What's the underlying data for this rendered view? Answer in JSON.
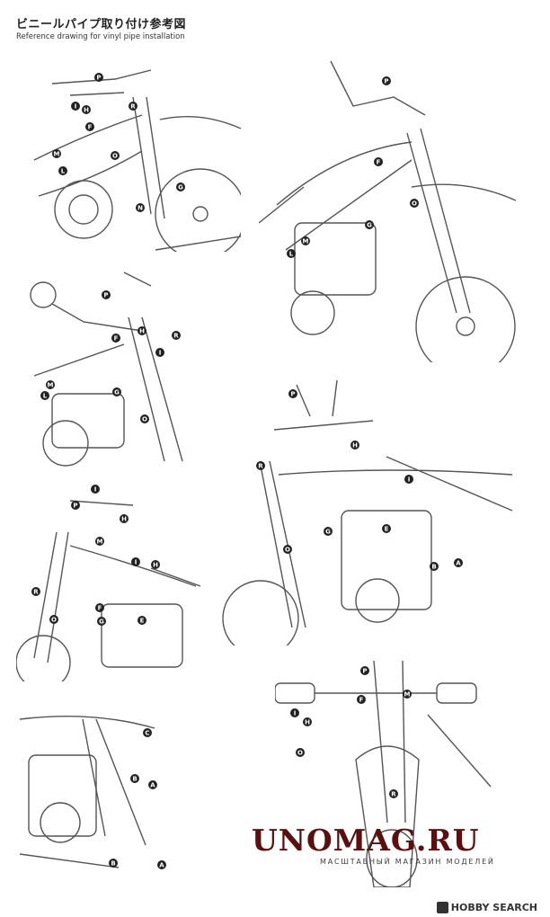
{
  "header": {
    "title_jp": "ビニールパイプ取り付け参考図",
    "title_en": "Reference drawing for vinyl pipe installation"
  },
  "panels": [
    {
      "name": "front-left-view",
      "labels": [
        {
          "t": "P"
        },
        {
          "t": "I"
        },
        {
          "t": "H"
        },
        {
          "t": "R"
        },
        {
          "t": "F"
        },
        {
          "t": "M"
        },
        {
          "t": "L"
        },
        {
          "t": "O"
        },
        {
          "t": "G"
        },
        {
          "t": "N"
        }
      ]
    },
    {
      "name": "right-side-view",
      "labels": [
        {
          "t": "P"
        },
        {
          "t": "F"
        },
        {
          "t": "O"
        },
        {
          "t": "G"
        },
        {
          "t": "M"
        },
        {
          "t": "L"
        }
      ]
    },
    {
      "name": "left-handlebar-closeup",
      "labels": [
        {
          "t": "P"
        },
        {
          "t": "F"
        },
        {
          "t": "H"
        },
        {
          "t": "R"
        },
        {
          "t": "I"
        },
        {
          "t": "M"
        },
        {
          "t": "L"
        },
        {
          "t": "G"
        },
        {
          "t": "O"
        }
      ]
    },
    {
      "name": "left-rear-three-quarter",
      "labels": [
        {
          "t": "P"
        },
        {
          "t": "H"
        },
        {
          "t": "I"
        },
        {
          "t": "R"
        },
        {
          "t": "O"
        },
        {
          "t": "B"
        },
        {
          "t": "A"
        },
        {
          "t": "G"
        },
        {
          "t": "E"
        }
      ]
    },
    {
      "name": "left-top-view",
      "labels": [
        {
          "t": "I"
        },
        {
          "t": "P"
        },
        {
          "t": "H"
        },
        {
          "t": "M"
        },
        {
          "t": "R"
        },
        {
          "t": "I"
        },
        {
          "t": "H"
        },
        {
          "t": "O"
        },
        {
          "t": "F"
        },
        {
          "t": "G"
        },
        {
          "t": "E"
        }
      ]
    },
    {
      "name": "engine-closeup",
      "labels": [
        {
          "t": "C"
        },
        {
          "t": "B"
        },
        {
          "t": "A"
        },
        {
          "t": "B"
        },
        {
          "t": "A"
        }
      ]
    },
    {
      "name": "front-view",
      "labels": [
        {
          "t": "P"
        },
        {
          "t": "I"
        },
        {
          "t": "H"
        },
        {
          "t": "F"
        },
        {
          "t": "O"
        },
        {
          "t": "R"
        },
        {
          "t": "M"
        }
      ]
    }
  ],
  "watermark": {
    "main": "UNOMAG.RU",
    "sub": "МАСШТАБНЫЙ МАГАЗИН МОДЕЛЕЙ"
  },
  "source_logo": "HOBBY SEARCH"
}
